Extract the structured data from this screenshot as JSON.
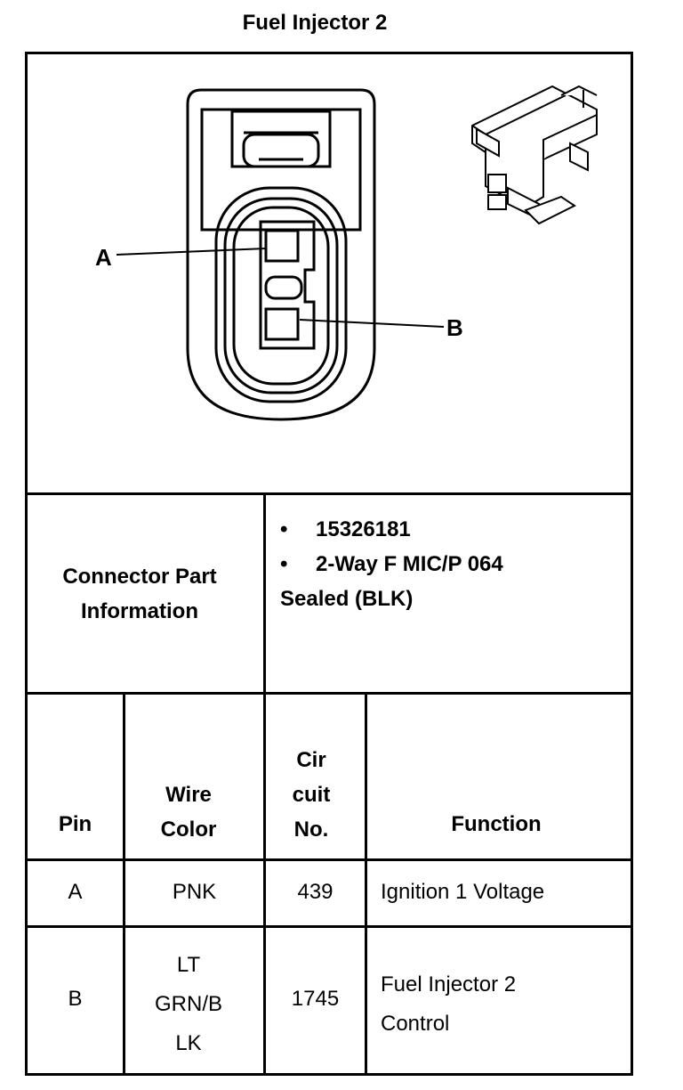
{
  "title": "Fuel Injector 2",
  "diagram": {
    "callout_a": "A",
    "callout_b": "B"
  },
  "connector_info": {
    "label": "Connector Part Information",
    "bullets": [
      "15326181",
      "2-Way F MIC/P 064"
    ],
    "extra": "Sealed (BLK)"
  },
  "table": {
    "headers": {
      "pin": "Pin",
      "wire_color": "Wire Color",
      "circuit": "Cir cuit No.",
      "function": "Function"
    },
    "rows": [
      {
        "pin": "A",
        "wire_color": "PNK",
        "circuit": "439",
        "function": "Ignition 1 Voltage"
      },
      {
        "pin": "B",
        "wire_color": "LT GRN/B LK",
        "circuit": "1745",
        "function": "Fuel Injector 2 Control"
      }
    ]
  }
}
